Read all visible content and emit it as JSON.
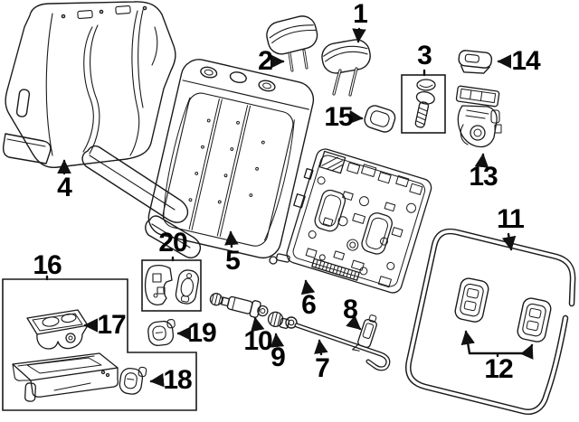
{
  "diagram": {
    "background": "#ffffff",
    "line_color": "#1a1a1a",
    "label_color": "#000000",
    "callouts": [
      "1",
      "2",
      "3",
      "4",
      "5",
      "6",
      "7",
      "8",
      "9",
      "10",
      "11",
      "12",
      "13",
      "14",
      "15",
      "16",
      "17",
      "18",
      "19",
      "20"
    ]
  }
}
